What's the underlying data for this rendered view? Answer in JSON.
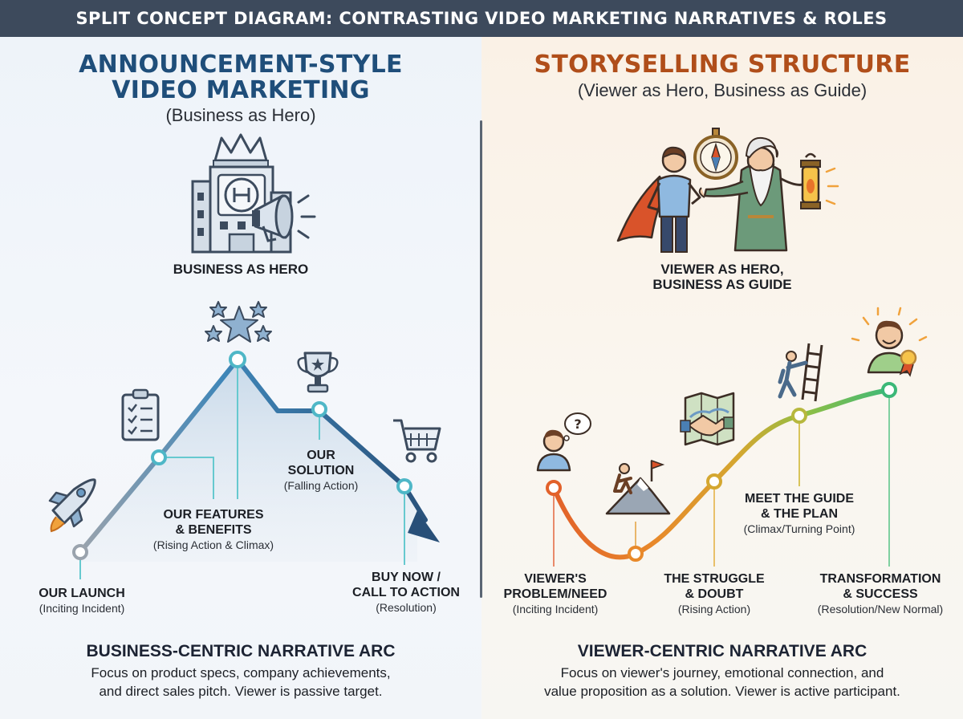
{
  "header": {
    "title": "SPLIT CONCEPT DIAGRAM: CONTRASTING VIDEO MARKETING NARRATIVES & ROLES"
  },
  "left": {
    "title_line1": "ANNOUNCEMENT-STYLE",
    "title_line2": "VIDEO MARKETING",
    "subtitle": "(Business as Hero)",
    "role_label": "BUSINESS AS HERO",
    "stages": [
      {
        "name_line1": "OUR LAUNCH",
        "name_line2": "",
        "note": "(Inciting Incident)"
      },
      {
        "name_line1": "OUR FEATURES",
        "name_line2": "& BENEFITS",
        "note": "(Rising Action & Climax)"
      },
      {
        "name_line1": "OUR",
        "name_line2": "SOLUTION",
        "note": "(Falling Action)"
      },
      {
        "name_line1": "BUY NOW /",
        "name_line2": "CALL TO ACTION",
        "note": "(Resolution)"
      }
    ],
    "arc_title": "BUSINESS-CENTRIC NARRATIVE ARC",
    "desc_line1": "Focus on product specs, company achievements,",
    "desc_line2": "and direct sales pitch. Viewer is passive target."
  },
  "right": {
    "title": "STORYSELLING STRUCTURE",
    "subtitle": "(Viewer as Hero, Business as Guide)",
    "role_label_line1": "VIEWER AS HERO,",
    "role_label_line2": "BUSINESS AS GUIDE",
    "stages": [
      {
        "name_line1": "VIEWER'S",
        "name_line2": "PROBLEM/NEED",
        "note": "(Inciting Incident)"
      },
      {
        "name_line1": "THE STRUGGLE",
        "name_line2": "& DOUBT",
        "note": "(Rising Action)"
      },
      {
        "name_line1": "MEET THE GUIDE",
        "name_line2": "& THE PLAN",
        "note": "(Climax/Turning Point)"
      },
      {
        "name_line1": "TRANSFORMATION",
        "name_line2": "& SUCCESS",
        "note": "(Resolution/New Normal)"
      }
    ],
    "arc_title": "VIEWER-CENTRIC NARRATIVE ARC",
    "desc_line1": "Focus on viewer's journey, emotional connection, and",
    "desc_line2": "value proposition as a solution. Viewer is active participant."
  },
  "colors": {
    "banner": "#3d4a5c",
    "left_title": "#1f4e7a",
    "right_title": "#b04e1a",
    "left_arc": "#2f6aa0",
    "right_arc_start": "#e2612a",
    "right_arc_end": "#3cb878",
    "node_ring": "#7fd6dc"
  }
}
